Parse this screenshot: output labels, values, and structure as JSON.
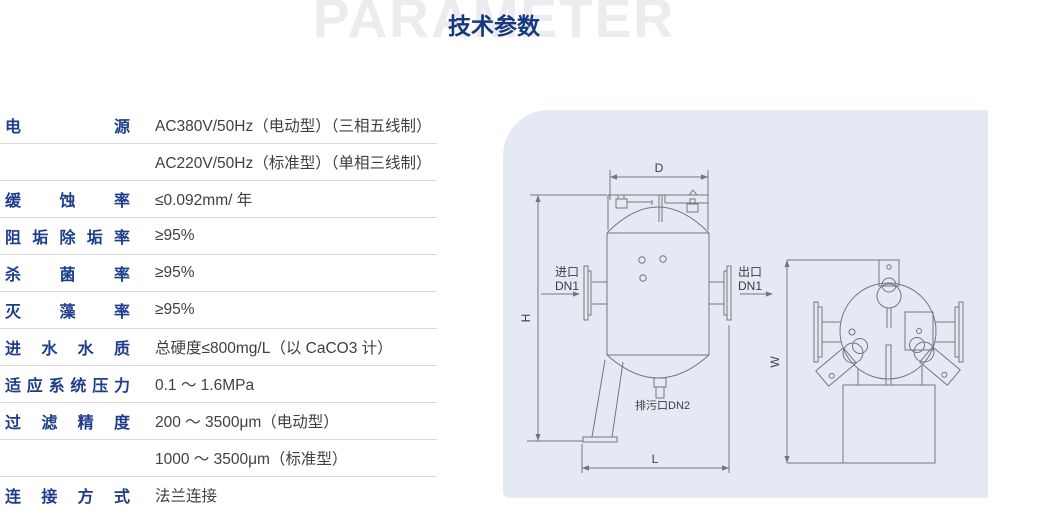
{
  "header": {
    "title": "技术参数",
    "watermark": "PARAMETER"
  },
  "table": {
    "rows": [
      {
        "label": "电源",
        "value": "AC380V/50Hz（电动型）（三相五线制）"
      },
      {
        "label": "",
        "value": "AC220V/50Hz（标准型）（单相三线制）"
      },
      {
        "label": "缓蚀率",
        "value": "≤0.092mm/ 年"
      },
      {
        "label": "阻垢除垢率",
        "value": "≥95%"
      },
      {
        "label": "杀菌率",
        "value": "≥95%"
      },
      {
        "label": "灭藻率",
        "value": "≥95%"
      },
      {
        "label": "进水水质",
        "value": "总硬度≤800mg/L（以 CaCO3 计）"
      },
      {
        "label": "适应系统压力",
        "value": "0.1 ～ 1.6MPa"
      },
      {
        "label": "过滤精度",
        "value": "200 ～ 3500μm（电动型）"
      },
      {
        "label": "",
        "value": "1000 ～ 3500μm（标准型）"
      },
      {
        "label": "连接方式",
        "value": "法兰连接"
      }
    ]
  },
  "diagram": {
    "dims": {
      "diameter": "D",
      "height": "H",
      "length": "L",
      "width": "W"
    },
    "inlet": {
      "line1": "进口",
      "line2": "DN1"
    },
    "outlet": {
      "line1": "出口",
      "line2": "DN1"
    },
    "drain": "排污口DN2"
  },
  "colors": {
    "accent_navy": "#1d3d8c",
    "title_navy": "#16387f",
    "value_text": "#3e4045",
    "separator": "#d8d9dd",
    "watermark_gray": "#ebecef",
    "panel_bg": "#e5e9f3",
    "drawing_line": "#71767f"
  }
}
